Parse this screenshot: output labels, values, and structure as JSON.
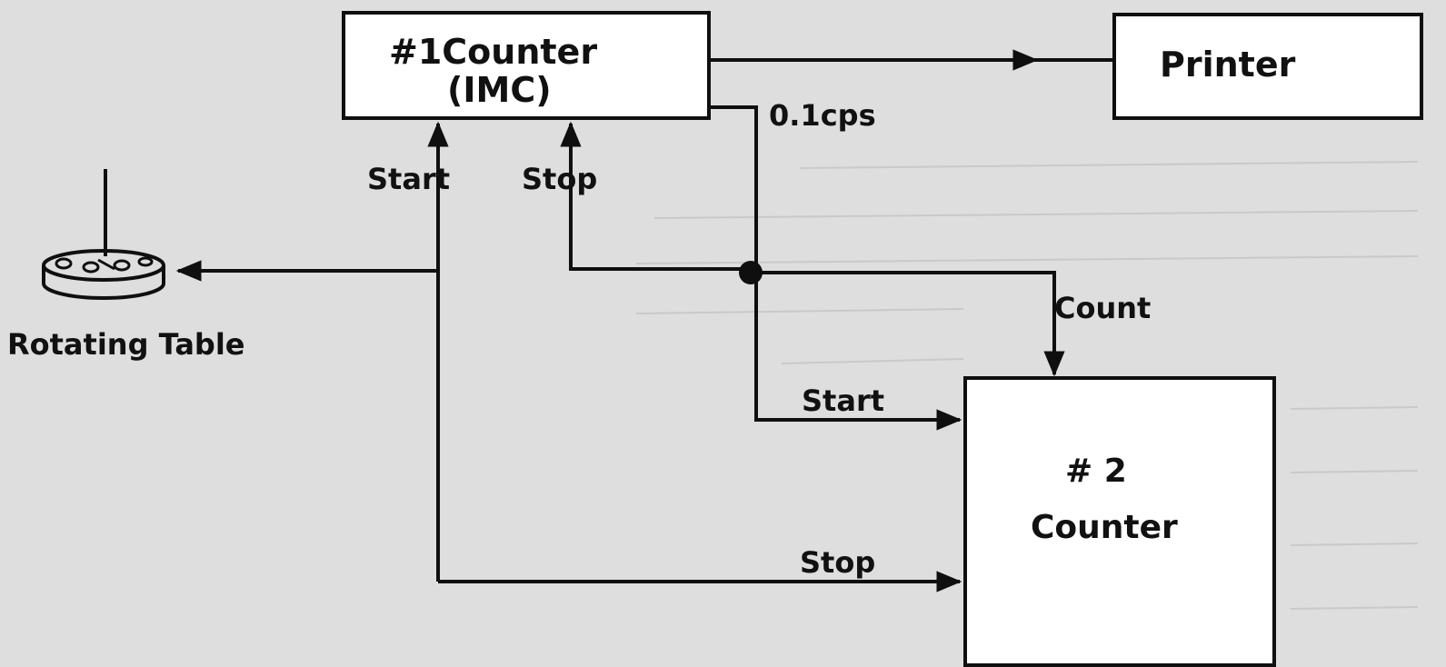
{
  "counter1": {
    "line1": "#1Counter",
    "line2": "(IMC)"
  },
  "printer": {
    "label": "Printer"
  },
  "counter2": {
    "line1": "# 2",
    "line2": "Counter"
  },
  "rotating_table": {
    "label": "Rotating Table"
  },
  "signals": {
    "rate": "0.1cps",
    "start_to_counter1": "Start",
    "stop_to_counter1": "Stop",
    "count": "Count",
    "start_to_counter2": "Start",
    "stop_to_counter2": "Stop"
  }
}
